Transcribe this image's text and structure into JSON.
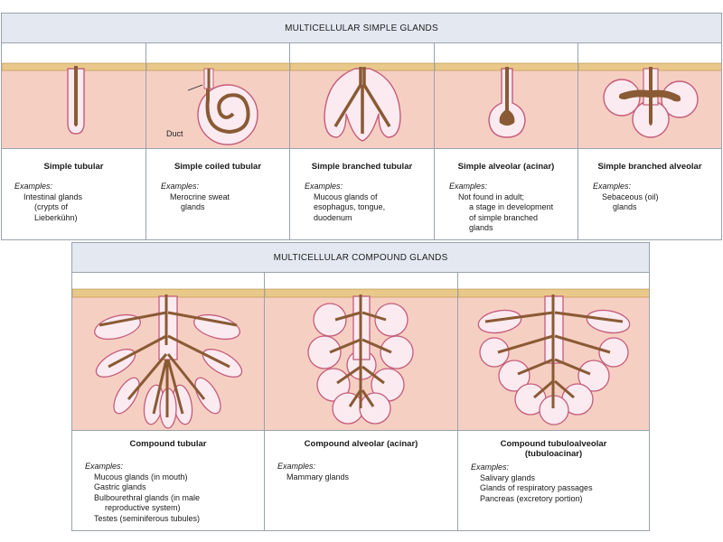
{
  "simple": {
    "header": "MULTICELLULAR SIMPLE GLANDS",
    "duct_label": "Duct",
    "items": [
      {
        "title": "Simple tubular",
        "examples_label": "Examples:",
        "lines": [
          "Intestinal glands",
          "(crypts of",
          "Lieberkühn)"
        ]
      },
      {
        "title": "Simple coiled tubular",
        "examples_label": "Examples:",
        "lines": [
          "Merocrine sweat",
          "glands"
        ]
      },
      {
        "title": "Simple branched tubular",
        "examples_label": "Examples:",
        "lines": [
          "Mucous glands of",
          "esophagus, tongue,",
          "duodenum"
        ]
      },
      {
        "title": "Simple alveolar (acinar)",
        "examples_label": "Examples:",
        "lines": [
          "Not found in adult;",
          "a stage in development",
          "of simple branched",
          "glands"
        ]
      },
      {
        "title": "Simple branched alveolar",
        "examples_label": "Examples:",
        "lines": [
          "Sebaceous (oil)",
          "glands"
        ]
      }
    ]
  },
  "compound": {
    "header": "MULTICELLULAR COMPOUND GLANDS",
    "items": [
      {
        "title": "Compound tubular",
        "title2": "",
        "examples_label": "Examples:",
        "lines": [
          "Mucous glands (in mouth)",
          "Gastric glands",
          "Bulbourethral glands (in male",
          "reproductive system)",
          "Testes (seminiferous tubules)"
        ]
      },
      {
        "title": "Compound alveolar (acinar)",
        "title2": "",
        "examples_label": "Examples:",
        "lines": [
          "Mammary glands"
        ]
      },
      {
        "title": "Compound tubuloalveolar",
        "title2": "(tubuloacinar)",
        "examples_label": "Examples:",
        "lines": [
          "Salivary glands",
          "Glands of respiratory passages",
          "Pancreas (excretory portion)"
        ]
      }
    ]
  },
  "colors": {
    "tissue": "#f6cfc3",
    "epithelium": "#e9c98a",
    "cell_fill": "#fbeaf0",
    "cell_outline": "#c45d7a",
    "lumen": "#8a5a34",
    "header_bg": "#e3e8f1"
  }
}
